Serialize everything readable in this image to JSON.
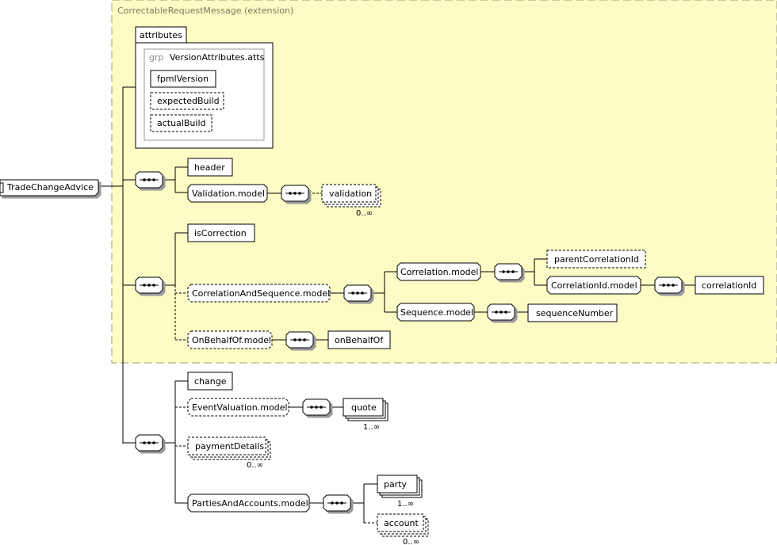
{
  "root": {
    "label": "TradeChangeAdvice"
  },
  "extension": {
    "label": "CorrectableRequestMessage (extension)"
  },
  "attributes": {
    "title": "attributes",
    "group_prefix": "grp",
    "group_name": "VersionAttributes.atts",
    "items": [
      "fpmlVersion",
      "expectedBuild",
      "actualBuild"
    ]
  },
  "elements": {
    "header": "header",
    "validation_model": "Validation.model",
    "validation": "validation",
    "validation_card": "0..∞",
    "is_correction": "isCorrection",
    "correlation_and_sequence_model": "CorrelationAndSequence.model",
    "correlation_model": "Correlation.model",
    "parent_correlation_id": "parentCorrelationId",
    "correlation_id_model": "CorrelationId.model",
    "correlation_id": "correlationId",
    "sequence_model": "Sequence.model",
    "sequence_number": "sequenceNumber",
    "on_behalf_of_model": "OnBehalfOf.model",
    "on_behalf_of": "onBehalfOf",
    "change": "change",
    "event_valuation_model": "EventValuation.model",
    "quote": "quote",
    "quote_card": "1..∞",
    "payment_details": "paymentDetails",
    "payment_details_card": "0..∞",
    "parties_and_accounts_model": "PartiesAndAccounts.model",
    "party": "party",
    "party_card": "1..∞",
    "account": "account",
    "account_card": "0..∞"
  },
  "colors": {
    "extension_fill": "#fdfcc5",
    "extension_border": "#9a9a7a",
    "box_fill": "#ffffff",
    "line": "#000000"
  },
  "icons": [
    "sequence-compositor-icon"
  ]
}
